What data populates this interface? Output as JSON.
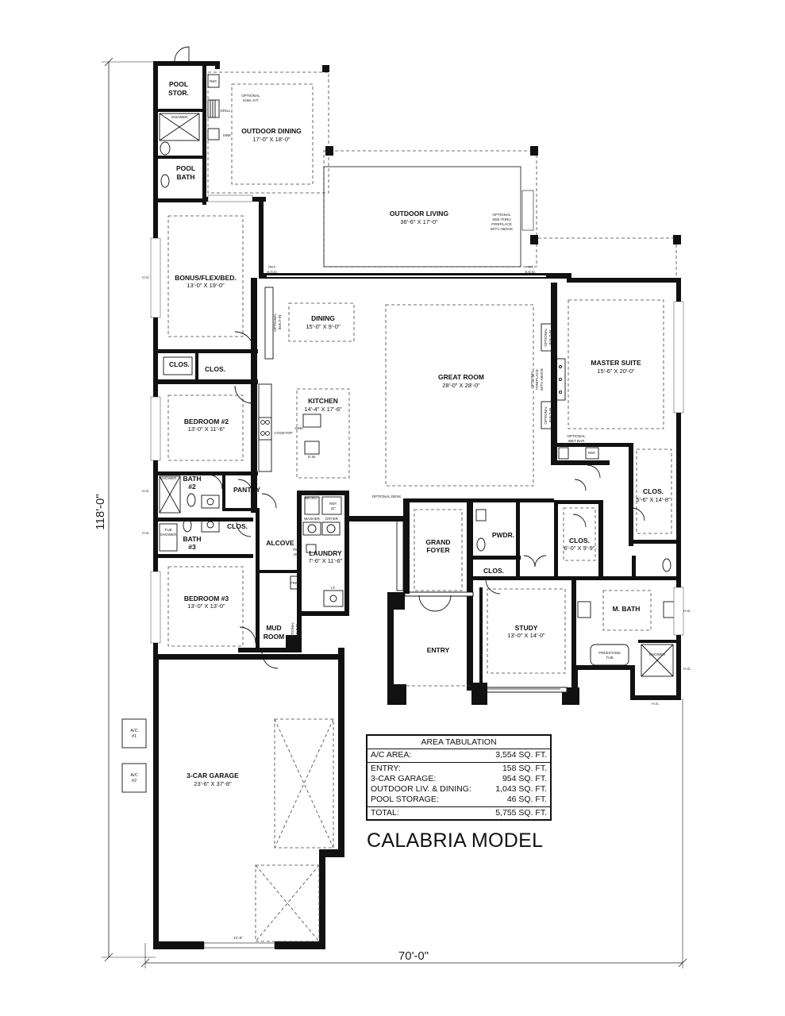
{
  "plan": {
    "overall_depth": "118'-0\"",
    "overall_width": "70'-0\"",
    "rooms": {
      "pool_stor": [
        "POOL",
        "STOR."
      ],
      "pool_bath": [
        "POOL",
        "BATH"
      ],
      "outdoor_dining": {
        "name": "OUTDOOR DINING",
        "size": "17'-0\" X 18'-0\""
      },
      "outdoor_living": {
        "name": "OUTDOOR LIVING",
        "size": "36'-6\" X 17'-0\""
      },
      "bonus": {
        "name": "BONUS/FLEX/BED.",
        "size": "13'-0\" X 19'-0\""
      },
      "dining": {
        "name": "DINING",
        "size": "15'-0\" X 9'-0\""
      },
      "great_room": {
        "name": "GREAT ROOM",
        "size": "28'-0\" X 28'-0\""
      },
      "master_suite": {
        "name": "MASTER SUITE",
        "size": "15'-6\" X 20'-0\""
      },
      "clos_a": "CLOS.",
      "clos_b": "CLOS.",
      "kitchen": {
        "name": "KITCHEN",
        "size": "14'-4\" X 17'-6\""
      },
      "bedroom2": {
        "name": "BEDROOM #2",
        "size": "13'-0\" X 11'-6\""
      },
      "bath2": [
        "BATH",
        "#2"
      ],
      "pantry": "PANTRY",
      "bath3": [
        "BATH",
        "#3"
      ],
      "clos_c": "CLOS.",
      "alcove": "ALCOVE",
      "laundry": {
        "name": "LAUNDRY",
        "size": "7'-6\" X 11'-6\""
      },
      "grand_foyer": [
        "GRAND",
        "FOYER"
      ],
      "pwdr": "PWDR.",
      "clos_d": "CLOS.",
      "master_clos_big": {
        "name": "CLOS.",
        "size": "5'-6\" X 14'-8\""
      },
      "master_clos_small": {
        "name": "CLOS.",
        "size": "6'-0\" X 9'-9\""
      },
      "bedroom3": {
        "name": "BEDROOM #3",
        "size": "13'-0\" X 13'-0\""
      },
      "mud_room": [
        "MUD",
        "ROOM"
      ],
      "entry": "ENTRY",
      "study": {
        "name": "STUDY",
        "size": "13'-0\" X 14'-0\""
      },
      "m_bath": "M. BATH",
      "garage": {
        "name": "3-CAR GARAGE",
        "size": "23'-6\" X 37'-8\""
      }
    },
    "notes": {
      "ref": "REF.",
      "grill": "GRILL",
      "sink": "SINK",
      "optional_sum_kit": [
        "OPTIONAL",
        "SUM. KIT."
      ],
      "shower": "SHOWER",
      "optional_fireplace_1": [
        "OPTIONAL",
        "SEE-THRU",
        "FIREPLACE",
        "W/TV ABOVE"
      ],
      "pkt_sgd_left": [
        "PKT.",
        "S.G.D."
      ],
      "pkt_sgd_right": [
        "PKT.",
        "S.G.D."
      ],
      "hg": "H.G.",
      "optional_builtin": [
        "OPTIONAL",
        "BUILT-IN"
      ],
      "optional_fireplace_2": [
        "OPTIONAL",
        "FIREPLACE",
        "W/TV ABOVE"
      ],
      "cooktop": "COOKTOP",
      "kitchen_sink": "SINK",
      "dw": "D.W.",
      "optional_wet_bar": [
        "OPTIONAL",
        "WET BAR"
      ],
      "oven_micro": [
        "OVEN/",
        "MICRO"
      ],
      "ref_42": [
        "REF.",
        "42\""
      ],
      "optional_desk": "OPTIONAL DESK",
      "washer": "WASHER",
      "dryer": "DRYER",
      "tub_shower": [
        "TUB",
        "SHOWER"
      ],
      "pkt_dr": [
        "PKT.",
        "DR."
      ],
      "frig": "FRIG.",
      "lt": "LT.",
      "freestand_tub": [
        "FREESTAND",
        "TUB"
      ],
      "ac1": [
        "A/C",
        "#1"
      ],
      "ac2": [
        "A/C",
        "#2"
      ],
      "garage_door": "21'-8\""
    }
  },
  "area_tabulation": {
    "title": "AREA TABULATION",
    "ac_area": {
      "label": "A/C AREA:",
      "value": "3,554 SQ. FT."
    },
    "rows": [
      {
        "label": "ENTRY:",
        "value": "158 SQ. FT."
      },
      {
        "label": "3-CAR GARAGE:",
        "value": "954 SQ. FT."
      },
      {
        "label": "OUTDOOR LIV. & DINING:",
        "value": "1,043 SQ. FT."
      },
      {
        "label": "POOL STORAGE:",
        "value": "46 SQ. FT."
      }
    ],
    "total": {
      "label": "TOTAL:",
      "value": "5,755 SQ. FT."
    }
  },
  "model_name": "CALABRIA MODEL"
}
